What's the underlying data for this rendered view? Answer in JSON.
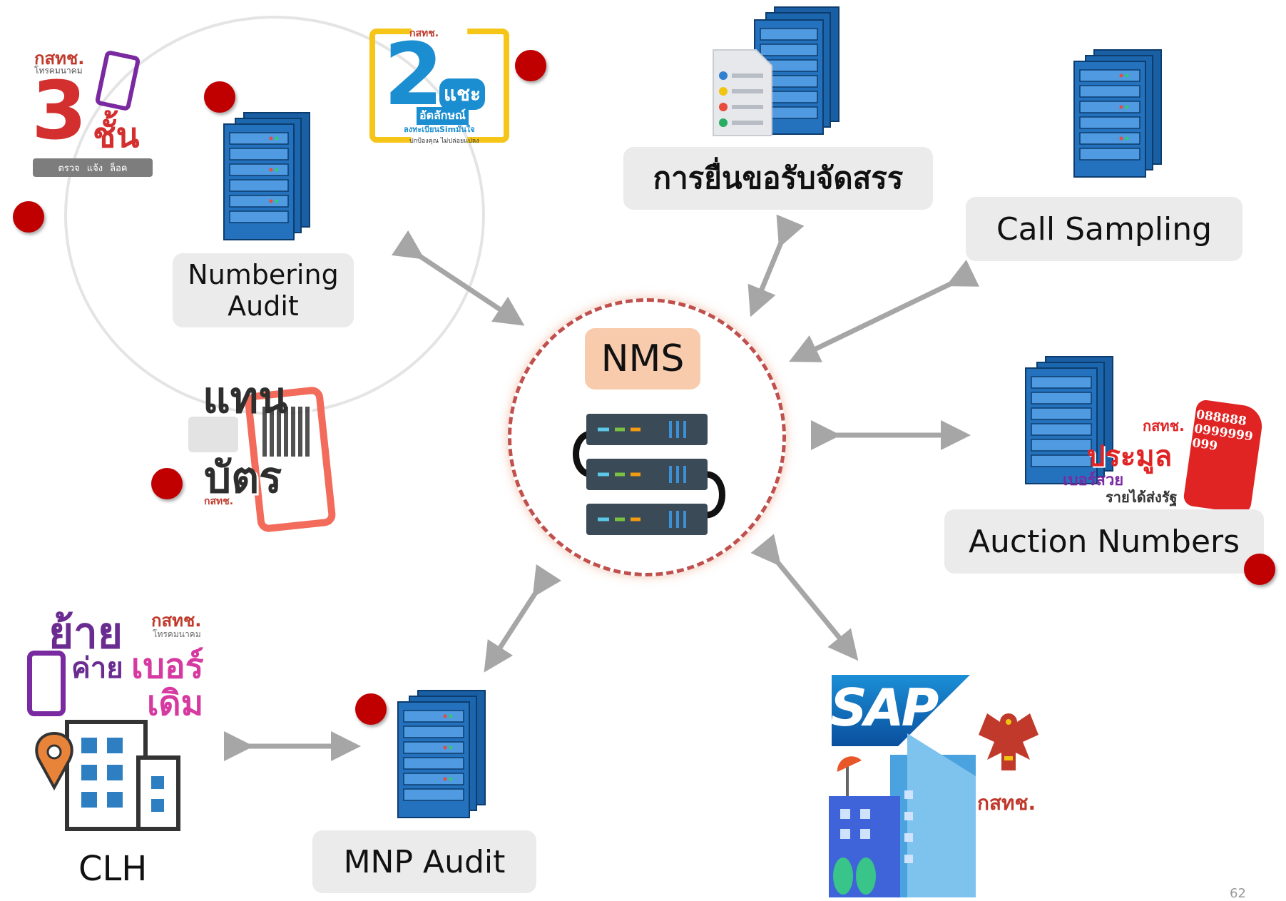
{
  "center": {
    "label": "NMS"
  },
  "nodes": {
    "numbering_audit": {
      "line1": "Numbering",
      "line2": "Audit"
    },
    "allocation_request": {
      "label": "การยื่นขอรับจัดสรร"
    },
    "call_sampling": {
      "label": "Call Sampling"
    },
    "auction_numbers": {
      "label": "Auction Numbers"
    },
    "mnp_audit": {
      "label": "MNP Audit"
    },
    "clh": {
      "label": "CLH"
    }
  },
  "logos": {
    "nbtc_brand": "กสทช.",
    "nbtc_sub": "โทรคมนาคม",
    "three_steps": {
      "number": "3",
      "word": "ชั้น",
      "step1": "ตรวจ",
      "step2": "แจ้ง",
      "step3": "ล็อค"
    },
    "two_factor": {
      "number": "2",
      "word": "แชะ",
      "line1": "อัตลักษณ์",
      "line2": "ลงทะเบียนSimมั่นใจ",
      "line3": "ปกป้องคุณ ไม่ปล่อยแปลง"
    },
    "replace_card": {
      "line1": "แทน",
      "line2": "บัตร"
    },
    "move_network": {
      "line1": "ย้าย",
      "line2": "ค่าย",
      "line3": "เบอร์",
      "line4": "เดิม"
    },
    "auction": {
      "title": "ประมูล",
      "sub1": "เบอร์สวย",
      "sub2": "รายได้ส่งรัฐ",
      "numbers": "088888 0999999 099"
    },
    "sap": "SAP"
  },
  "colors": {
    "accent_red": "#c00000",
    "server_blue": "#1f6bb5",
    "arrow_gray": "#a6a6a6",
    "nms_label_bg": "#f8cbad"
  },
  "page_number": "62"
}
